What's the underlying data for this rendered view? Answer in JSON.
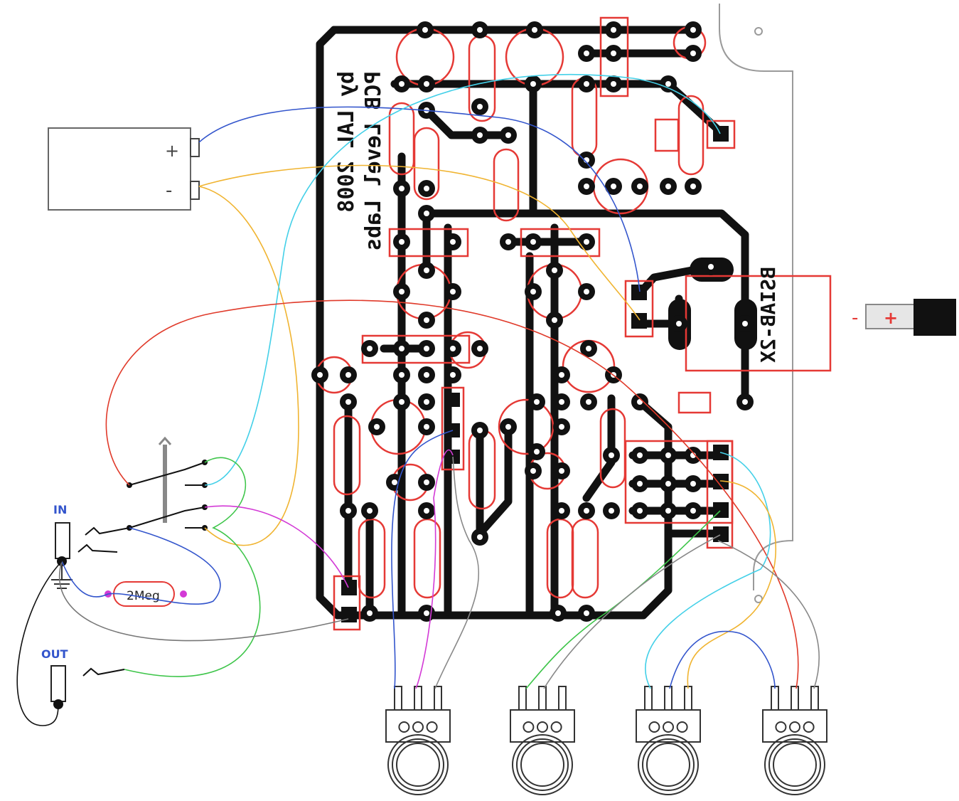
{
  "board_text": {
    "line1": "PCB Level Labs",
    "line2": "by LAL 2008",
    "dc_jack": "BSIAB-2X"
  },
  "labels": {
    "battery_plus": "+",
    "battery_minus": "-",
    "jack_in": "IN",
    "jack_out": "OUT",
    "resistor": "2Meg",
    "dc_minus": "-",
    "dc_plus": "+"
  },
  "colors": {
    "trace": "#111111",
    "silk": "#e53935",
    "wire_blue": "#3355cc",
    "wire_yellow": "#f0b431",
    "wire_cyan": "#44d0e8",
    "wire_red": "#e03a2a",
    "wire_green": "#3ec54a",
    "wire_magenta": "#d33ad6",
    "wire_gray": "#888888"
  }
}
